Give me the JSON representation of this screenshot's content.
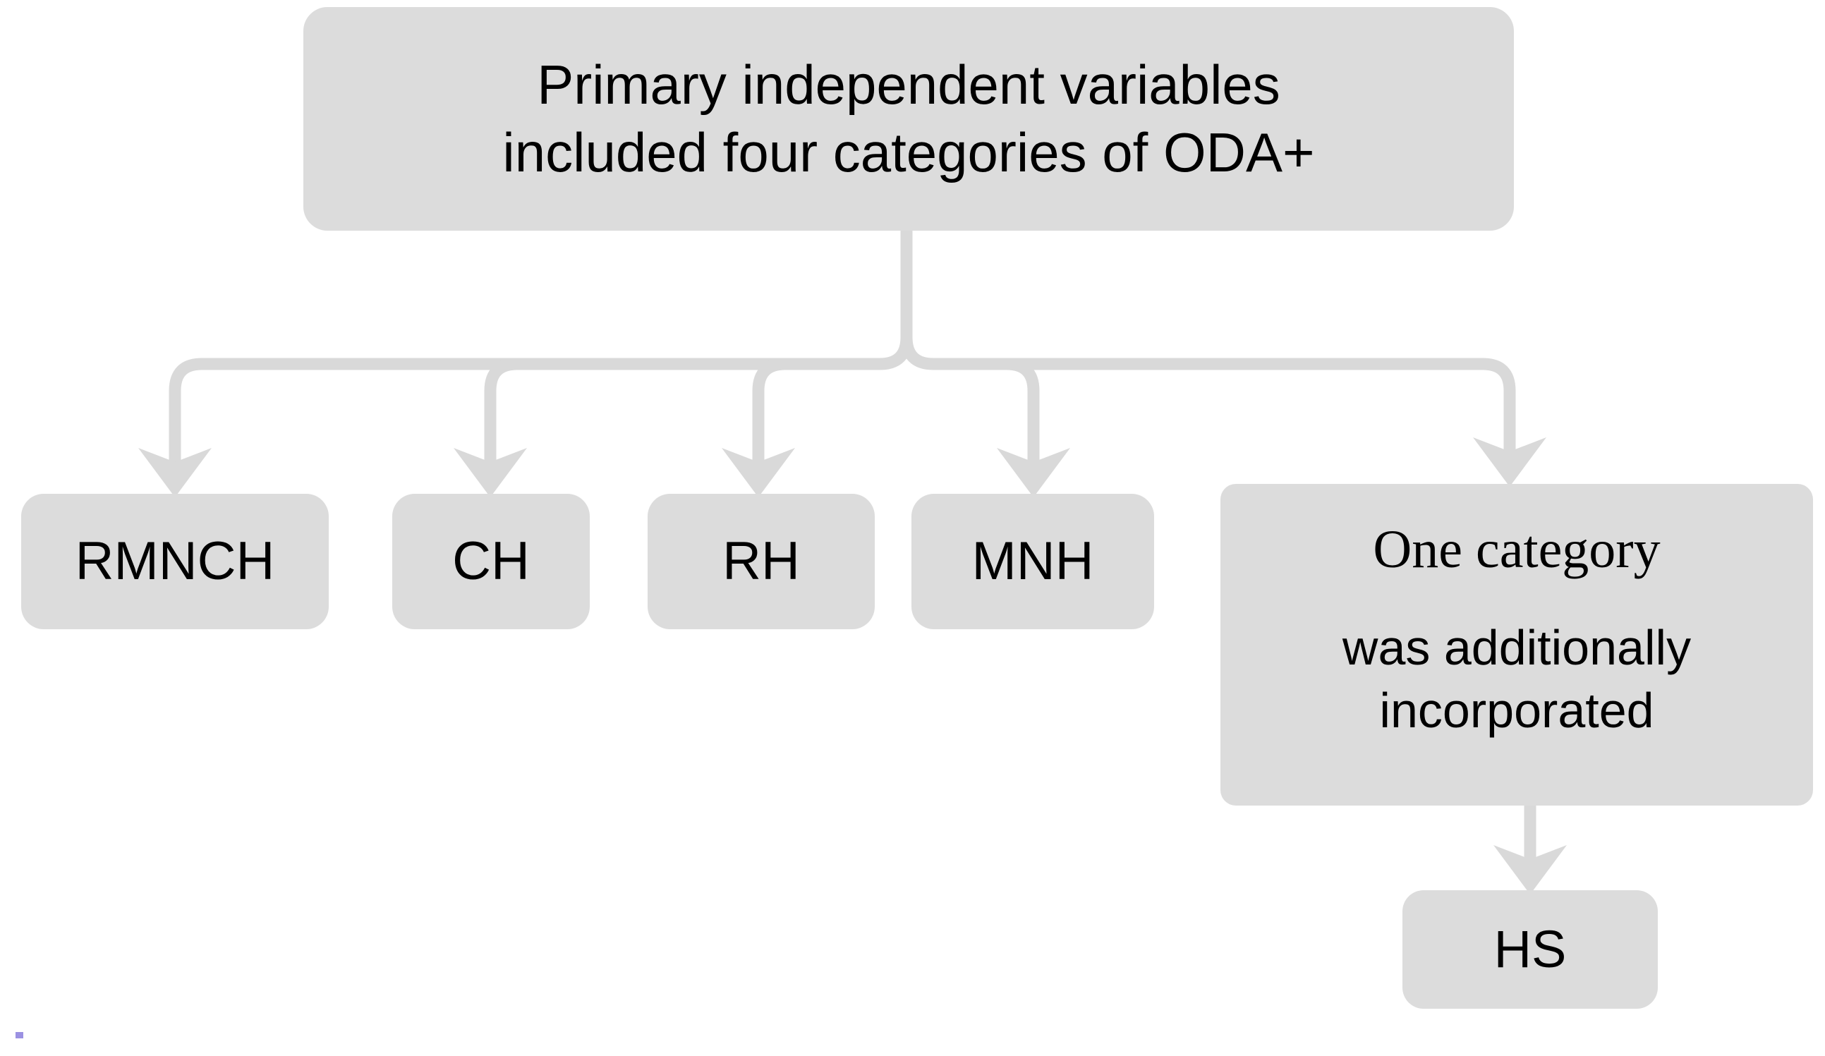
{
  "diagram": {
    "type": "flowchart",
    "title": "Primary independent variables hierarchy",
    "colors": {
      "node_fill": "#dcdcdc",
      "connector": "#d9d9d9",
      "text": "#000000",
      "background": "#ffffff"
    },
    "root": {
      "id": "root",
      "lines": [
        "Primary independent variables",
        "included four categories of ODA+"
      ]
    },
    "categories": [
      {
        "id": "rmnch",
        "label": "RMNCH"
      },
      {
        "id": "ch",
        "label": "CH"
      },
      {
        "id": "rh",
        "label": "RH"
      },
      {
        "id": "mnh",
        "label": "MNH"
      }
    ],
    "extra_note": {
      "id": "extra",
      "lines": [
        "One category",
        "was additionally",
        "incorporated"
      ]
    },
    "extra_child": {
      "id": "hs",
      "label": "HS"
    },
    "edges": [
      {
        "from": "root",
        "to": "rmnch"
      },
      {
        "from": "root",
        "to": "ch"
      },
      {
        "from": "root",
        "to": "rh"
      },
      {
        "from": "root",
        "to": "mnh"
      },
      {
        "from": "root",
        "to": "extra"
      },
      {
        "from": "extra",
        "to": "hs"
      }
    ]
  }
}
